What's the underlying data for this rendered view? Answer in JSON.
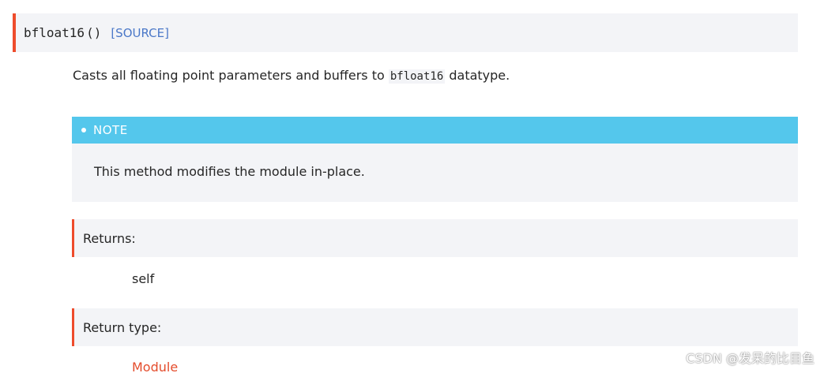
{
  "signature": {
    "name": "bfloat16",
    "parens": "()",
    "source_label": "[SOURCE]"
  },
  "description": {
    "prefix": "Casts all floating point parameters and buffers to ",
    "code": "bfloat16",
    "suffix": " datatype."
  },
  "note": {
    "title": "NOTE",
    "body": "This method modifies the module in-place."
  },
  "returns": {
    "label": "Returns:",
    "value": "self"
  },
  "return_type": {
    "label": "Return type:",
    "value": "Module"
  },
  "watermark": "CSDN @发呆的比目鱼",
  "colors": {
    "accent_border": "#ee4c2c",
    "note_header": "#54c7ec",
    "block_bg": "#f3f4f7",
    "link_source": "#4b78c8",
    "link_module": "#e44c2c"
  }
}
